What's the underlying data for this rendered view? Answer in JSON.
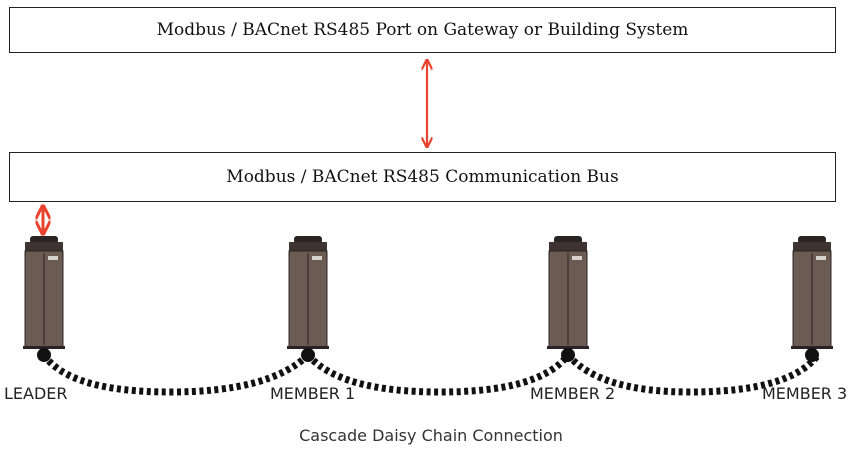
{
  "gateway_box": {
    "label": "Modbus / BACnet RS485 Port on Gateway or Building System"
  },
  "bus_box": {
    "label": "Modbus / BACnet RS485 Communication Bus"
  },
  "units": [
    {
      "label": "LEADER"
    },
    {
      "label": "MEMBER 1"
    },
    {
      "label": "MEMBER 2"
    },
    {
      "label": "MEMBER 3"
    }
  ],
  "chain": {
    "caption": "Cascade Daisy Chain Connection"
  },
  "colors": {
    "arrow": "#e8432e",
    "unit_body": "#6b5b52",
    "unit_dark": "#3e3330",
    "chain": "#111111"
  }
}
